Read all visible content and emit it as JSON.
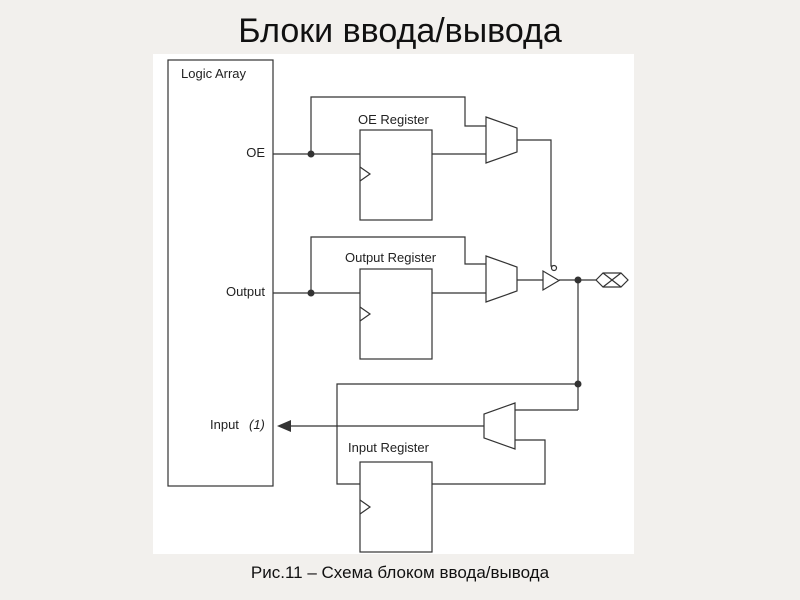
{
  "slide": {
    "title": "Блоки ввода/вывода",
    "caption": "Рис.11 – Схема блоком ввода/вывода"
  },
  "diagram": {
    "logic_array_label": "Logic Array",
    "ports": {
      "oe": "OE",
      "output": "Output",
      "input": "Input",
      "input_note": "(1)"
    },
    "registers": {
      "oe": "OE Register",
      "output": "Output Register",
      "input": "Input Register"
    }
  }
}
